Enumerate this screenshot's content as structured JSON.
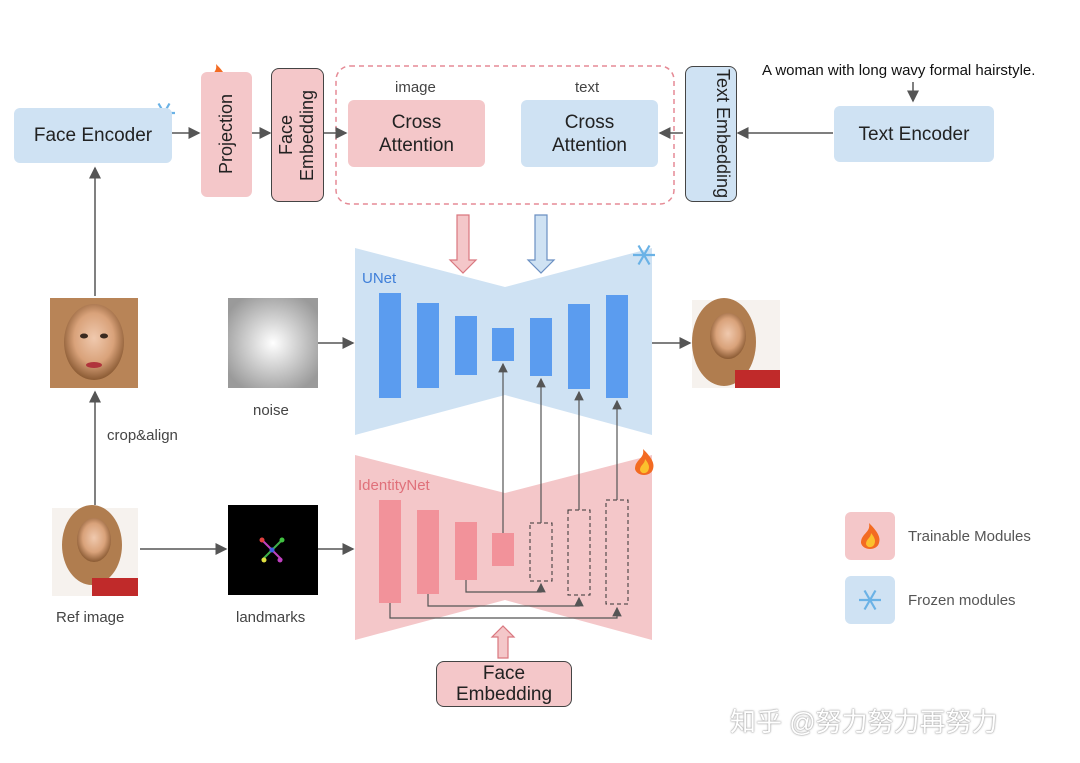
{
  "top": {
    "face_encoder": "Face Encoder",
    "projection": "Projection",
    "face_embedding_top": "Face Embedding",
    "cross_attention_image_caption": "image",
    "cross_attention_text_caption": "text",
    "cross_attention_label": "Cross Attention",
    "text_embedding": "Text Embedding",
    "text_encoder": "Text Encoder",
    "prompt": "A woman with long wavy formal hairstyle."
  },
  "middle": {
    "unet_label": "UNet",
    "identitynet_label": "IdentityNet",
    "noise_label": "noise",
    "crop_align_label": "crop&align",
    "ref_image_label": "Ref image",
    "landmarks_label": "landmarks",
    "face_embedding_bottom": "Face Embedding"
  },
  "legend": {
    "trainable": "Trainable Modules",
    "frozen": "Frozen modules"
  },
  "watermark": "知乎 @努力努力再努力",
  "colors": {
    "frozen_blue": "#cfe2f3",
    "trainable_pink": "#f4c7c9",
    "unet_block": "#5b9cef",
    "identity_block": "#f2929a"
  }
}
